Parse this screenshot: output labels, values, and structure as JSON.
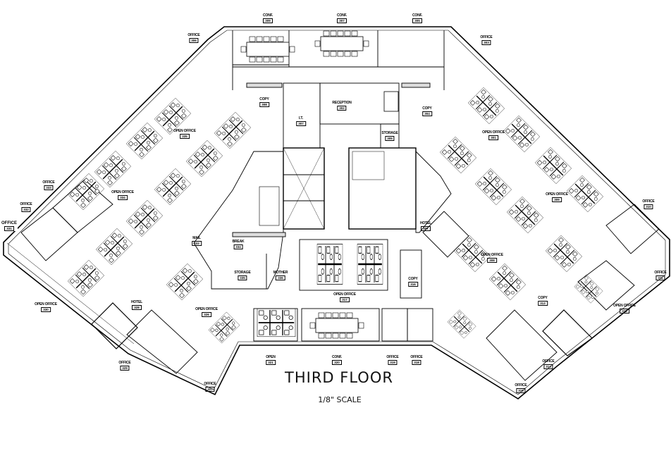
{
  "title": "THIRD FLOOR",
  "scale": "1/8\" SCALE",
  "rooms": [
    {
      "name": "CONF.",
      "number": "309"
    },
    {
      "name": "CONF.",
      "number": "307"
    },
    {
      "name": "CONF.",
      "number": "305"
    },
    {
      "name": "OFFICE",
      "number": "306"
    },
    {
      "name": "OFFICE",
      "number": "303"
    },
    {
      "name": "COPY",
      "number": "308"
    },
    {
      "name": "I.T.",
      "number": "307"
    },
    {
      "name": "RECEPTION",
      "number": "302"
    },
    {
      "name": "COPY",
      "number": "304"
    },
    {
      "name": "STORAGE",
      "number": "305"
    },
    {
      "name": "OPEN OFFICE",
      "number": "335"
    },
    {
      "name": "OPEN OFFICE",
      "number": "301"
    },
    {
      "name": "OFFICE",
      "number": "333"
    },
    {
      "name": "OFFICE",
      "number": "332"
    },
    {
      "name": "OFFICE",
      "number": "331"
    },
    {
      "name": "OPEN OFFICE",
      "number": "334"
    },
    {
      "name": "MAIL",
      "number": "333"
    },
    {
      "name": "BREAK",
      "number": "334"
    },
    {
      "name": "STORAGE",
      "number": "335"
    },
    {
      "name": "MOTHER",
      "number": "336"
    },
    {
      "name": "OPEN OFFICE",
      "number": "330"
    },
    {
      "name": "HOTEL",
      "number": "328"
    },
    {
      "name": "OFFICE",
      "number": "329"
    },
    {
      "name": "OFFICE",
      "number": "327"
    },
    {
      "name": "OPEN OFFICE",
      "number": "326"
    },
    {
      "name": "OPEN",
      "number": "321"
    },
    {
      "name": "CONF.",
      "number": "320"
    },
    {
      "name": "OFFICE",
      "number": "319"
    },
    {
      "name": "OFFICE",
      "number": "318"
    },
    {
      "name": "OPEN OFFICE",
      "number": "317"
    },
    {
      "name": "COPY",
      "number": "316"
    },
    {
      "name": "HOTEL",
      "number": "307"
    },
    {
      "name": "OPEN OFFICE",
      "number": "308"
    },
    {
      "name": "OPEN OFFICE",
      "number": "309"
    },
    {
      "name": "OFFICE",
      "number": "310"
    },
    {
      "name": "OFFICE",
      "number": "311"
    },
    {
      "name": "OPEN OFFICE",
      "number": "312"
    },
    {
      "name": "COPY",
      "number": "313"
    },
    {
      "name": "OFFICE",
      "number": "314"
    },
    {
      "name": "OFFICE",
      "number": "315"
    }
  ]
}
